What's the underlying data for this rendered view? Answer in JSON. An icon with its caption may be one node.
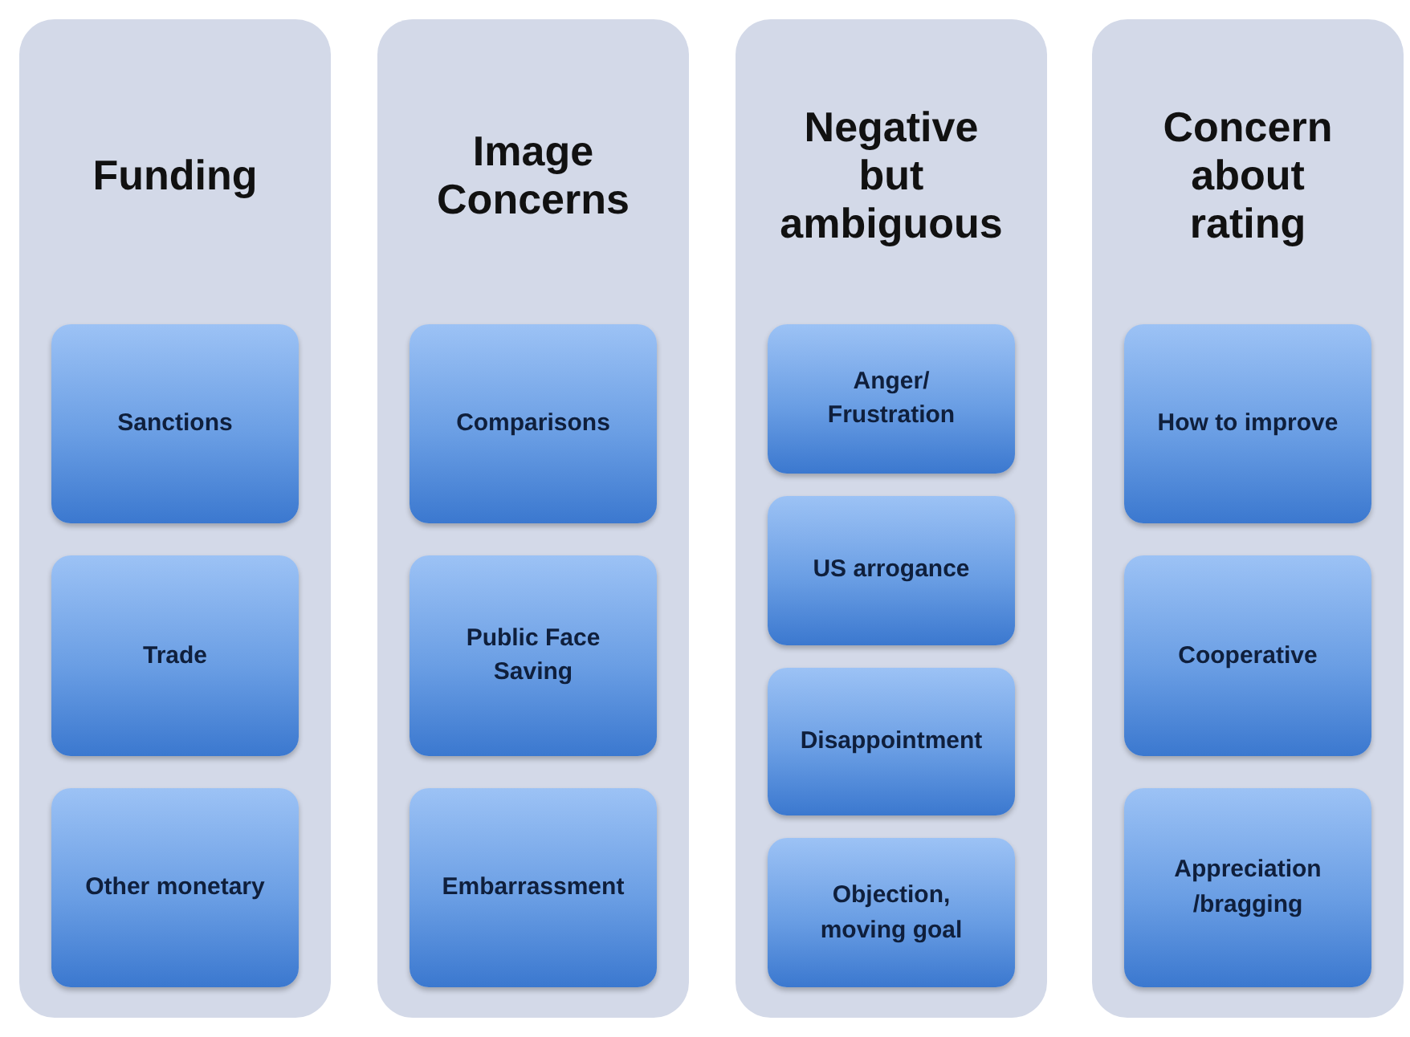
{
  "diagram": {
    "nodes": [
      {
        "text": [
          "Funding"
        ]
      },
      {
        "text": [
          "Sanctions"
        ],
        "in": 0
      },
      {
        "text": [
          "Trade"
        ],
        "in": 0
      },
      {
        "text": [
          "Other monetary"
        ],
        "in": 0
      },
      {
        "text": [
          "Image Concerns"
        ]
      },
      {
        "text": [
          "Comparisons"
        ],
        "in": 4
      },
      {
        "text": [
          "Public Face Saving"
        ],
        "in": 4
      },
      {
        "text": [
          "Embarrassment"
        ],
        "in": 4
      },
      {
        "text": [
          "Negative but ambiguous"
        ]
      },
      {
        "text": [
          "Anger/ Frustration"
        ],
        "in": 8
      },
      {
        "text": [
          "US arrogance"
        ],
        "in": 8
      },
      {
        "text": [
          "Disappointment"
        ],
        "in": 8
      },
      {
        "text": [
          "Objection, moving goal"
        ],
        "in": 8
      },
      {
        "text": [
          "Concern about rating"
        ]
      },
      {
        "text": [
          "How to improve"
        ],
        "in": 13
      },
      {
        "text": [
          "Cooperative"
        ],
        "in": 13
      },
      {
        "text": [
          "Appreciation /bragging"
        ],
        "in": 13
      }
    ]
  }
}
